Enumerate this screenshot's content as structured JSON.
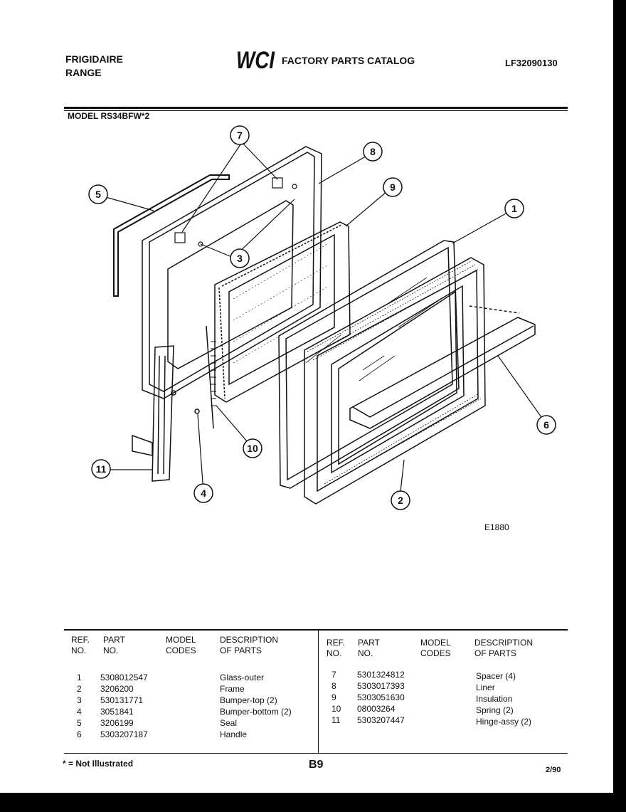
{
  "header": {
    "brand_line1": "FRIGIDAIRE",
    "brand_line2": "RANGE",
    "logo_text": "WCI",
    "catalog_title": "FACTORY PARTS CATALOG",
    "doc_number": "LF32090130",
    "model": "MODEL RS34BFW*2"
  },
  "diagram": {
    "figure_id": "E1880",
    "callouts": [
      "7",
      "8",
      "9",
      "1",
      "5",
      "3",
      "10",
      "11",
      "4",
      "2",
      "6"
    ]
  },
  "parts_table": {
    "headers": {
      "ref": [
        "REF.",
        "NO."
      ],
      "part": [
        "PART",
        "NO."
      ],
      "model": [
        "MODEL",
        "CODES"
      ],
      "desc": [
        "DESCRIPTION",
        "OF PARTS"
      ]
    },
    "left": {
      "refs": [
        "1",
        "2",
        "3",
        "4",
        "5",
        "6"
      ],
      "parts": [
        "5308012547",
        "3206200",
        "530131771",
        "3051841",
        "3206199",
        "5303207187"
      ],
      "descs": [
        "Glass-outer",
        "Frame",
        "Bumper-top (2)",
        "Bumper-bottom (2)",
        "Seal",
        "Handle"
      ]
    },
    "right": {
      "refs": [
        "7",
        "8",
        "9",
        "10",
        "11"
      ],
      "parts": [
        "5301324812",
        "5303017393",
        "5303051630",
        "08003264",
        "5303207447"
      ],
      "descs": [
        "Spacer (4)",
        "Liner",
        "Insulation",
        "Spring (2)",
        "Hinge-assy (2)"
      ]
    }
  },
  "footer": {
    "note": "* = Not Illustrated",
    "page": "B9",
    "date": "2/90"
  }
}
